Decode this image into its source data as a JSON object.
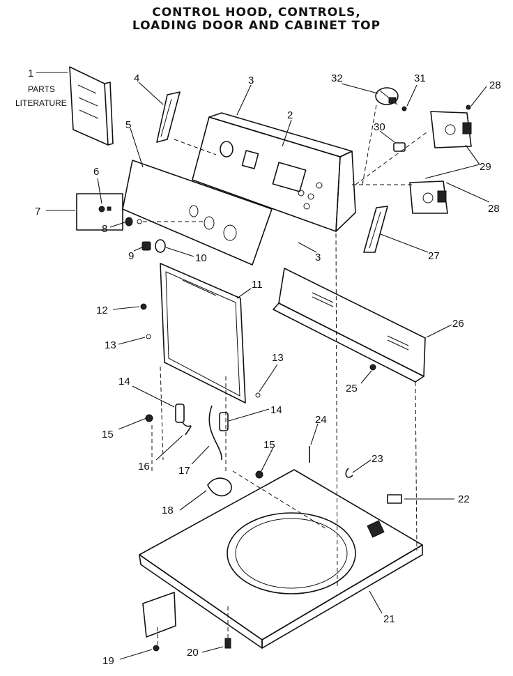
{
  "title_line1": "CONTROL HOOD, CONTROLS,",
  "title_line2": "LOADING DOOR AND CABINET TOP",
  "parts_literature": [
    "PARTS",
    "LITERATURE"
  ],
  "labels": [
    {
      "id": "1",
      "text": "1"
    },
    {
      "id": "2",
      "text": "2"
    },
    {
      "id": "3a",
      "text": "3"
    },
    {
      "id": "3b",
      "text": "3"
    },
    {
      "id": "4",
      "text": "4"
    },
    {
      "id": "5",
      "text": "5"
    },
    {
      "id": "6",
      "text": "6"
    },
    {
      "id": "7",
      "text": "7"
    },
    {
      "id": "8",
      "text": "8"
    },
    {
      "id": "9",
      "text": "9"
    },
    {
      "id": "10",
      "text": "10"
    },
    {
      "id": "11",
      "text": "11"
    },
    {
      "id": "12",
      "text": "12"
    },
    {
      "id": "13a",
      "text": "13"
    },
    {
      "id": "13b",
      "text": "13"
    },
    {
      "id": "14a",
      "text": "14"
    },
    {
      "id": "14b",
      "text": "14"
    },
    {
      "id": "15a",
      "text": "15"
    },
    {
      "id": "15b",
      "text": "15"
    },
    {
      "id": "16",
      "text": "16"
    },
    {
      "id": "17",
      "text": "17"
    },
    {
      "id": "18",
      "text": "18"
    },
    {
      "id": "19",
      "text": "19"
    },
    {
      "id": "20",
      "text": "20"
    },
    {
      "id": "21",
      "text": "21"
    },
    {
      "id": "22",
      "text": "22"
    },
    {
      "id": "23",
      "text": "23"
    },
    {
      "id": "24",
      "text": "24"
    },
    {
      "id": "25",
      "text": "25"
    },
    {
      "id": "26",
      "text": "26"
    },
    {
      "id": "27",
      "text": "27"
    },
    {
      "id": "28a",
      "text": "28"
    },
    {
      "id": "28b",
      "text": "28"
    },
    {
      "id": "29",
      "text": "29"
    },
    {
      "id": "30",
      "text": "30"
    },
    {
      "id": "31",
      "text": "31"
    },
    {
      "id": "32",
      "text": "32"
    }
  ]
}
